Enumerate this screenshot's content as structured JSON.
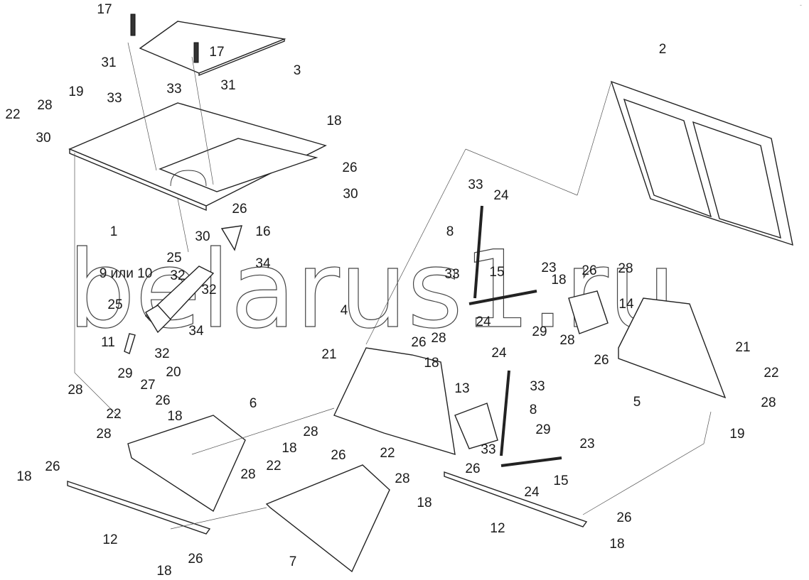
{
  "watermark": "belarus1.ru",
  "corner_mark": "-",
  "labels": [
    "17",
    "17",
    "3",
    "31",
    "31",
    "33",
    "33",
    "19",
    "28",
    "22",
    "30",
    "18",
    "26",
    "30",
    "1",
    "26",
    "30",
    "16",
    "25",
    "9 или 10",
    "32",
    "32",
    "34",
    "25",
    "34",
    "11",
    "32",
    "29",
    "27",
    "20",
    "28",
    "26",
    "22",
    "18",
    "28",
    "6",
    "18",
    "26",
    "12",
    "18",
    "26",
    "28",
    "18",
    "26",
    "28",
    "22",
    "7",
    "2",
    "33",
    "24",
    "8",
    "33",
    "15",
    "23",
    "18",
    "26",
    "28",
    "14",
    "24",
    "29",
    "28",
    "26",
    "4",
    "26",
    "28",
    "18",
    "21",
    "13",
    "24",
    "33",
    "8",
    "29",
    "22",
    "28",
    "26",
    "33",
    "23",
    "15",
    "24",
    "18",
    "12",
    "26",
    "18",
    "5",
    "21",
    "22",
    "28",
    "19"
  ]
}
